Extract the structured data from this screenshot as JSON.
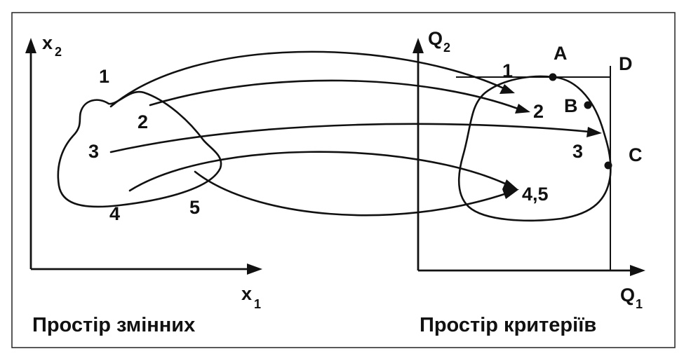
{
  "left_panel": {
    "axis_y_label": "x",
    "axis_y_sub": "2",
    "axis_x_label": "x",
    "axis_x_sub": "1",
    "point_labels": [
      "1",
      "2",
      "3",
      "4",
      "5"
    ],
    "caption": "Простір змінних"
  },
  "right_panel": {
    "axis_y_label": "Q",
    "axis_y_sub": "2",
    "axis_x_label": "Q",
    "axis_x_sub": "1",
    "image_labels": [
      "1",
      "2",
      "3",
      "4,5"
    ],
    "corner_labels": [
      "A",
      "B",
      "C",
      "D"
    ],
    "caption": "Простір критеріїв"
  },
  "colors": {
    "ink": "#111111",
    "background": "#ffffff",
    "frame": "#222222"
  }
}
